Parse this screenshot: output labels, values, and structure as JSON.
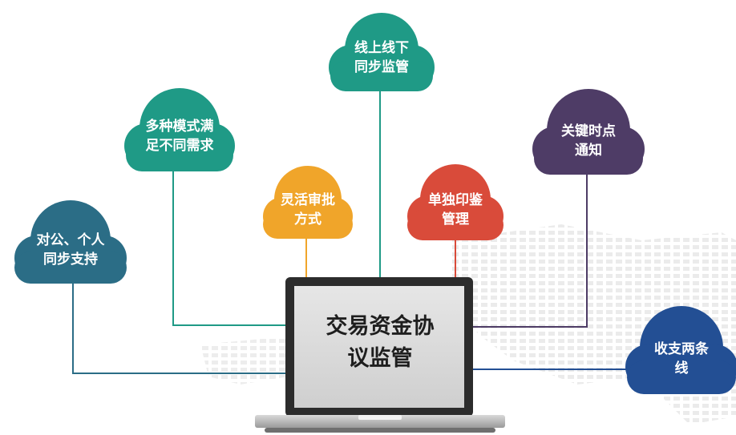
{
  "laptop": {
    "line1": "交易资金协",
    "line2": "议监管"
  },
  "clouds": [
    {
      "id": "top-center",
      "line1": "线上线下",
      "line2": "同步监管",
      "color": "#1f9a86"
    },
    {
      "id": "upper-left",
      "line1": "多种模式满",
      "line2": "足不同需求",
      "color": "#1f9a86"
    },
    {
      "id": "mid-left-orange",
      "line1": "灵活审批",
      "line2": "方式",
      "color": "#f0a52a"
    },
    {
      "id": "mid-right-red",
      "line1": "单独印鉴",
      "line2": "管理",
      "color": "#d94b3a"
    },
    {
      "id": "upper-right",
      "line1": "关键时点",
      "line2": "通知",
      "color": "#4e3c66"
    },
    {
      "id": "left",
      "line1": "对公、个人",
      "line2": "同步支持",
      "color": "#2b6d86"
    },
    {
      "id": "right",
      "line1": "收支两条",
      "line2": "线",
      "color": "#234f94"
    }
  ]
}
